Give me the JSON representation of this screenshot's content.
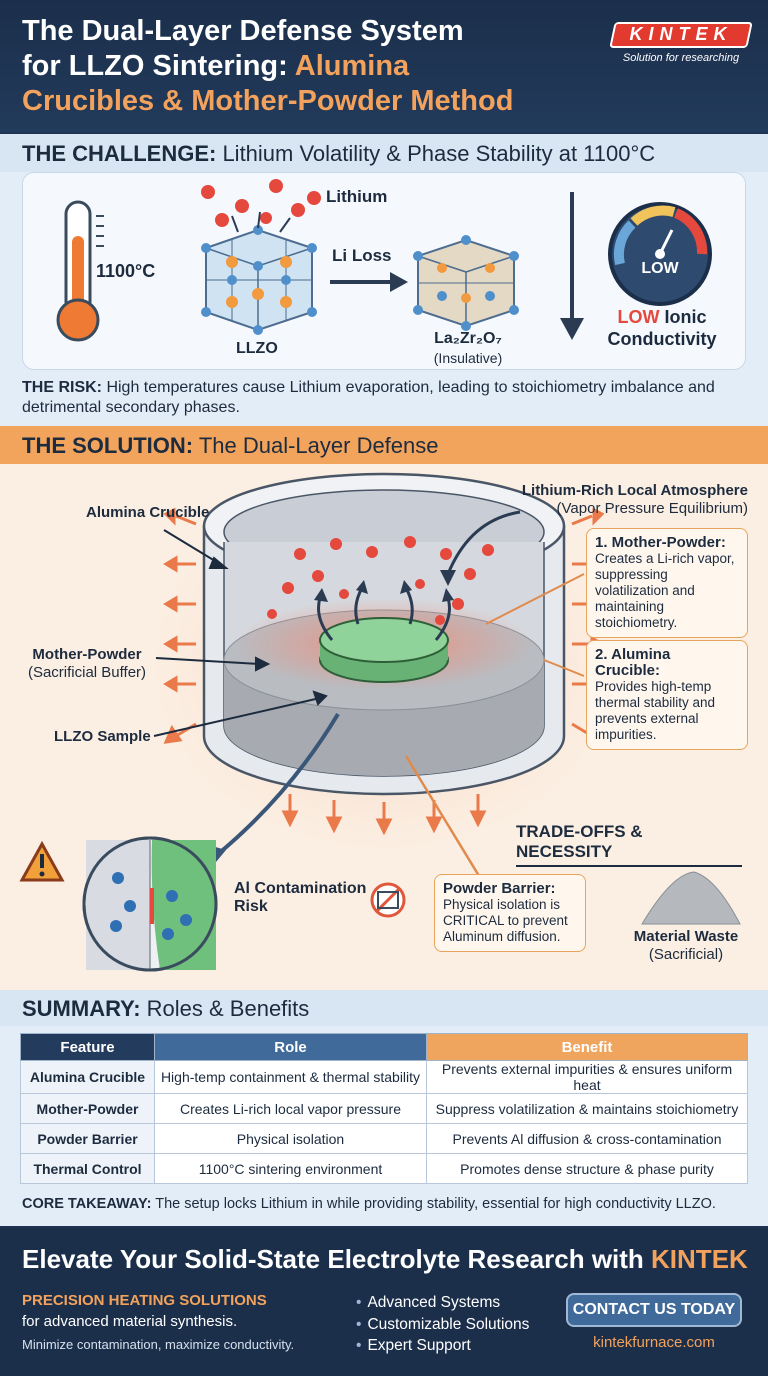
{
  "header": {
    "title_line1": "The Dual-Layer Defense System",
    "title_line2_white": "for LLZO Sintering: ",
    "title_line2_accent": "Alumina",
    "title_line3": "Crucibles & Mother-Powder Method",
    "logo": "KINTEK",
    "logo_tagline": "Solution for researching"
  },
  "challenge": {
    "heading_bold": "THE CHALLENGE:",
    "heading_rest": " Lithium Volatility & Phase Stability at 1100°C",
    "temperature": "1100°C",
    "lithium_label": "Lithium",
    "li_loss": "Li Loss",
    "llzo_label": "LLZO",
    "product_label": "La₂Zr₂O₇",
    "product_note": "(Insulative)",
    "gauge_text": "LOW",
    "conductivity_low": "LOW",
    "conductivity_rest": " Ionic",
    "conductivity_line2": "Conductivity",
    "risk_bold": "THE RISK:",
    "risk_text": " High temperatures cause Lithium evaporation, leading to stoichiometry imbalance and detrimental secondary phases."
  },
  "solution": {
    "heading_bold": "THE SOLUTION:",
    "heading_rest": " The Dual-Layer Defense",
    "alumina_crucible": "Alumina Crucible",
    "atmosphere_title": "Lithium-Rich Local Atmosphere",
    "atmosphere_sub": "(Vapor Pressure Equilibrium)",
    "mother_powder": "Mother-Powder",
    "mother_powder_sub": "(Sacrificial Buffer)",
    "llzo_sample": "LLZO Sample",
    "callout1_title": "1. Mother-Powder:",
    "callout1_text": "Creates a Li-rich vapor, suppressing volatilization and maintaining stoichiometry.",
    "callout2_title": "2. Alumina Crucible:",
    "callout2_text": "Provides high-temp thermal stability and prevents external impurities.",
    "tradeoffs": "TRADE-OFFS & NECESSITY",
    "al_contamination_1": "Al Contamination",
    "al_contamination_2": "Risk",
    "barrier_title": "Powder Barrier:",
    "barrier_text": "Physical isolation is CRITICAL to prevent Aluminum diffusion.",
    "waste_title": "Material Waste",
    "waste_sub": "(Sacrificial)"
  },
  "summary": {
    "heading_bold": "SUMMARY:",
    "heading_rest": " Roles & Benefits",
    "columns": [
      "Feature",
      "Role",
      "Benefit"
    ],
    "rows": [
      [
        "Alumina Crucible",
        "High-temp containment & thermal stability",
        "Prevents external impurities & ensures uniform heat"
      ],
      [
        "Mother-Powder",
        "Creates Li-rich local vapor pressure",
        "Suppress volatilization & maintains stoichiometry"
      ],
      [
        "Powder Barrier",
        "Physical isolation",
        "Prevents Al diffusion & cross-contamination"
      ],
      [
        "Thermal Control",
        "1100°C sintering environment",
        "Promotes dense structure & phase purity"
      ]
    ],
    "core_bold": "CORE TAKEAWAY:",
    "core_text": " The setup locks Lithium in while providing stability, essential for high conductivity LLZO."
  },
  "footer": {
    "cta_white": "Elevate Your Solid-State Electrolyte Research with ",
    "cta_accent": "KINTEK",
    "precision": "PRECISION HEATING SOLUTIONS",
    "precision_sub": "for advanced material synthesis.",
    "precision_sub2": "Minimize contamination, maximize conductivity.",
    "features": [
      "Advanced Systems",
      "Customizable Solutions",
      "Expert Support"
    ],
    "contact_button": "CONTACT US TODAY",
    "website": "kintekfurnace.com"
  },
  "colors": {
    "navy": "#1b2f4b",
    "orange": "#f2a25c",
    "brand_red": "#e23a2e",
    "light_blue": "#d8e6f3",
    "green_sample": "#7fc98a"
  }
}
